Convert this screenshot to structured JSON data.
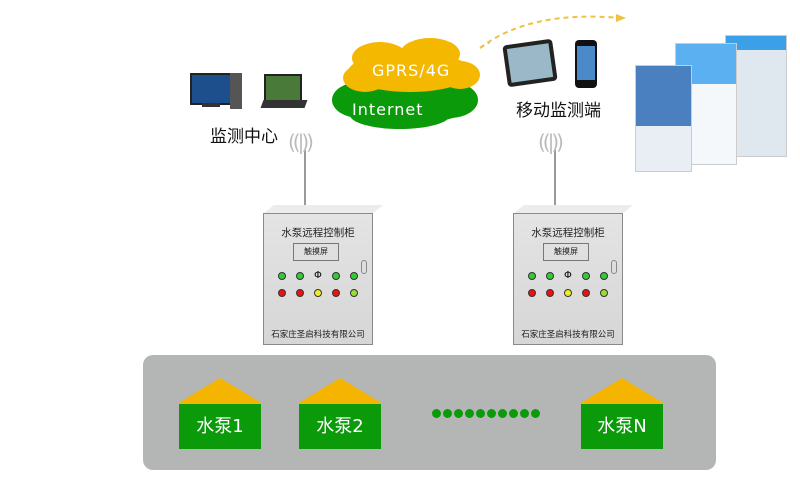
{
  "monitor_center": {
    "label": "监测中心"
  },
  "cloud": {
    "top_label": "GPRS/4G",
    "bottom_label": "Internet"
  },
  "mobile": {
    "label": "移动监测端"
  },
  "cabinets": [
    {
      "title": "水泵远程控制柜",
      "screen": "触摸屏",
      "company": "石家庄圣启科技有限公司"
    },
    {
      "title": "水泵远程控制柜",
      "screen": "触摸屏",
      "company": "石家庄圣启科技有限公司"
    }
  ],
  "pumps": [
    {
      "label": "水泵1"
    },
    {
      "label": "水泵2"
    },
    {
      "label": "水泵N"
    }
  ],
  "colors": {
    "green": "#0a9a0a",
    "orange": "#f5b400",
    "panel": "#b4b6b6"
  }
}
